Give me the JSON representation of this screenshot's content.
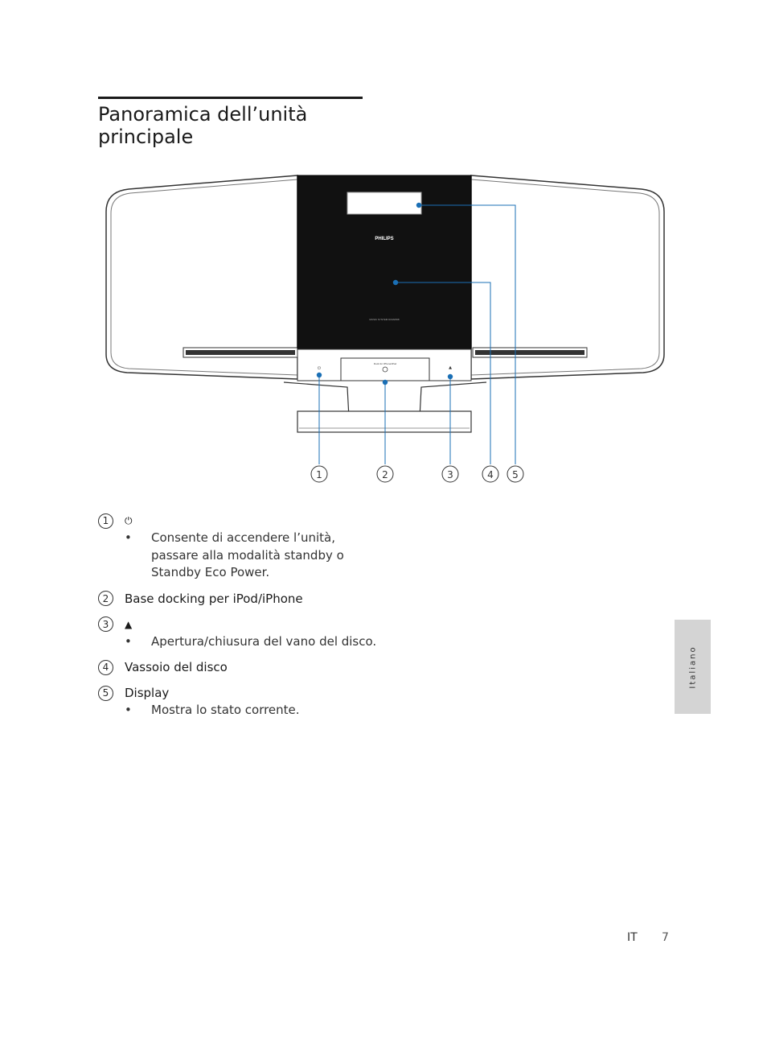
{
  "page": {
    "title_line1": "Panoramica dell’unità",
    "title_line2": "principale",
    "side_tab": "Italiano",
    "lang_code": "IT",
    "page_number": "7"
  },
  "figure": {
    "brand": "PHILIPS",
    "model_text": "MUSIC SYSTEM DCM2068",
    "dock_label": "Dock for iPhone/iPod",
    "callouts": [
      "1",
      "2",
      "3",
      "4",
      "5"
    ]
  },
  "items": [
    {
      "num": "1",
      "label": "⏻",
      "bullets": [
        "Consente di accendere l’unità, passare alla modalità standby o Standby Eco Power."
      ]
    },
    {
      "num": "2",
      "label": "Base docking per iPod/iPhone",
      "bullets": []
    },
    {
      "num": "3",
      "label": "▲",
      "bullets": [
        "Apertura/chiusura del vano del disco."
      ]
    },
    {
      "num": "4",
      "label": "Vassoio del disco",
      "bullets": []
    },
    {
      "num": "5",
      "label": "Display",
      "bullets": [
        "Mostra lo stato corrente."
      ]
    }
  ]
}
